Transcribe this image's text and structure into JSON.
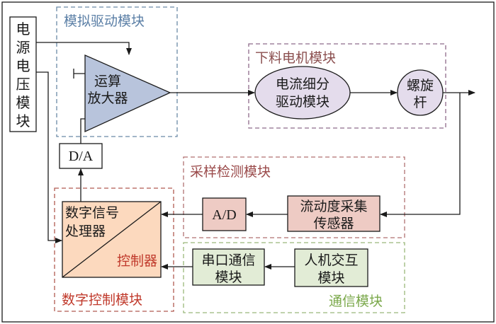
{
  "blocks": {
    "power_supply": "电源电压模块",
    "analog_drive_group": "模拟驱动模块",
    "op_amp": [
      "运算",
      "放大器"
    ],
    "dac": "D/A",
    "feeding_motor_group": "下料电机模块",
    "current_subdivision_driver": [
      "电流细分",
      "驱动模块"
    ],
    "screw_rod": [
      "螺旋",
      "杆"
    ],
    "sampling_detection_group": "采样检测模块",
    "adc": "A/D",
    "flow_sensor": [
      "流动度采集",
      "传感器"
    ],
    "dsp": [
      "数字信号",
      "处理器"
    ],
    "controller": "控制器",
    "digital_control_group": "数字控制模块",
    "serial_comm": [
      "串口通信",
      "模块"
    ],
    "hmi": [
      "人机交互",
      "模块"
    ],
    "communication_group": "通信模块"
  },
  "colors": {
    "analog_group_border": "#6b8aa6",
    "analog_group_label": "#5b7fa6",
    "op_amp_fill": "#b8c4dc",
    "feeding_group_border": "#8e6a8a",
    "feeding_group_label": "#8b4f4f",
    "motor_fill": "#e4dcec",
    "sampling_group_border": "#b07272",
    "sampling_group_label": "#9a4a4a",
    "sampling_fill": "#eecbc4",
    "digital_group_border": "#b05a50",
    "digital_group_label": "#c0392b",
    "dsp_fill": "#fcd9be",
    "comm_group_border": "#9ab87a",
    "comm_group_label": "#7aa84a",
    "comm_fill": "#e2ecd6",
    "line": "#1a1a1a"
  }
}
